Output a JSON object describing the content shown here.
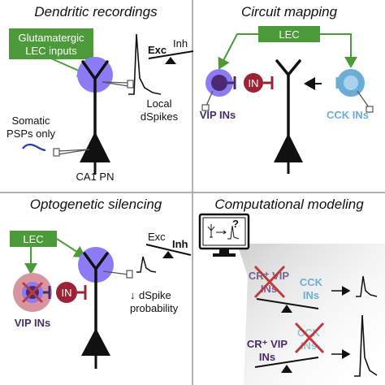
{
  "colors": {
    "green": "#4c9a3a",
    "purple_soma": "#8b7cf5",
    "vip_pink": "#d8959e",
    "vip_dark": "#4a2a70",
    "in_red": "#9b2335",
    "cck_blue": "#6aaed6",
    "cross_red": "#c03a3a",
    "psp_blue": "#2b3bb0"
  },
  "icons": [
    "electrode-icon",
    "monitor-icon",
    "scale-icon",
    "neuron-icon"
  ],
  "panels": {
    "dendritic": {
      "title": "Dendritic recordings",
      "input_label_1": "Glutamatergic",
      "input_label_2": "LEC inputs",
      "exc": "Exc",
      "inh": "Inh",
      "local_1": "Local",
      "local_2": "dSpikes",
      "somatic_1": "Somatic",
      "somatic_2": "PSPs only",
      "cell": "CA1 PN"
    },
    "circuit": {
      "title": "Circuit mapping",
      "lec": "LEC",
      "in_label": "IN",
      "vip": "VIP INs",
      "cck": "CCK INs"
    },
    "opto": {
      "title": "Optogenetic silencing",
      "lec": "LEC",
      "in_label": "IN",
      "vip": "VIP INs",
      "exc": "Exc",
      "inh": "Inh",
      "arrow": "↓",
      "dspike_1": "dSpike",
      "dspike_2": "probability"
    },
    "comp": {
      "title": "Computational modeling",
      "question": "?",
      "cr_vip_1": "CR⁺ VIP",
      "cr_vip_2": "INs",
      "cck_1": "CCK",
      "cck_2": "INs"
    }
  }
}
